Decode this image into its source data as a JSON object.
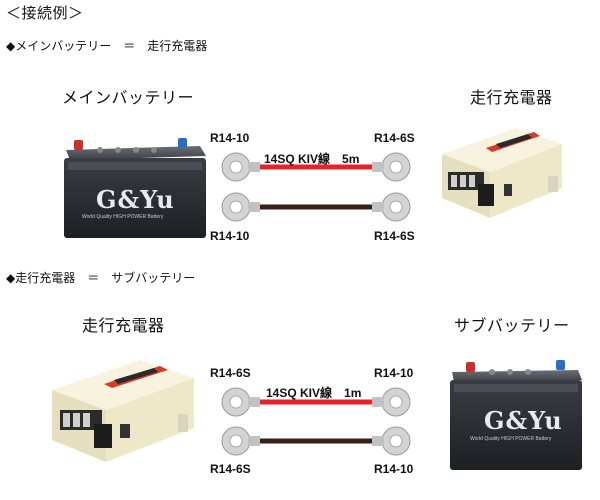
{
  "heading": "＜接続例＞",
  "sections": [
    {
      "label": "◆メインバッテリー　＝　走行充電器",
      "left_title": "メインバッテリー",
      "right_title": "走行充電器",
      "top_left_terminal": "R14-10",
      "top_right_terminal": "R14-6S",
      "bottom_left_terminal": "R14-10",
      "bottom_right_terminal": "R14-6S",
      "cable_label": "14SQ KIV線　5m"
    },
    {
      "label": "◆走行充電器　＝　サブバッテリー",
      "left_title": "走行充電器",
      "right_title": "サブバッテリー",
      "top_left_terminal": "R14-6S",
      "top_right_terminal": "R14-10",
      "bottom_left_terminal": "R14-6S",
      "bottom_right_terminal": "R14-10",
      "cable_label": "14SQ KIV線　1m"
    }
  ],
  "battery": {
    "brand": "G&Yu",
    "tagline": "World Quality HIGH POWER Battery"
  },
  "colors": {
    "positive_cable": "#e8202a",
    "negative_cable": "#3a2018",
    "ring": "#cfcfcf",
    "battery_body": "#2a2d33",
    "charger_body": "#f2ecd2"
  }
}
